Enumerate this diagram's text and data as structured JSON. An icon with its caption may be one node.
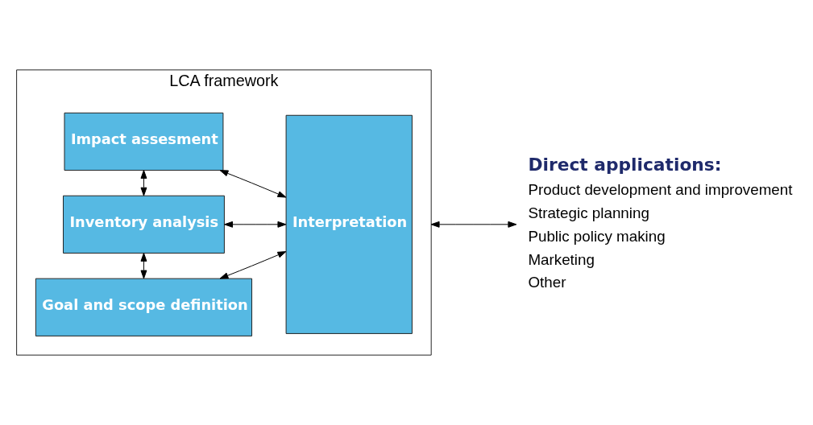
{
  "diagram": {
    "nodes": [
      {
        "text": [
          "LCA framework"
        ]
      },
      {
        "text": [
          "Goal and scope definition"
        ],
        "in": 0
      },
      {
        "text": [
          "Inventory analysis"
        ],
        "in": 0
      },
      {
        "text": [
          "Impact assesment"
        ],
        "in": 0
      },
      {
        "text": [
          "Interpretation"
        ],
        "in": 0
      },
      {
        "text": [
          "Direct applications:",
          "Product development and improvement",
          "Strategic planning",
          "Public policy making",
          "Marketing",
          "Other"
        ]
      }
    ],
    "edges": [
      {
        "from": 1,
        "to": 4,
        "arrow": "both"
      },
      {
        "from": 1,
        "to": 2,
        "arrow": "both"
      },
      {
        "from": 2,
        "to": 4,
        "arrow": "both"
      },
      {
        "from": 2,
        "to": 3,
        "arrow": "both"
      },
      {
        "from": 3,
        "to": 4,
        "arrow": "both"
      },
      {
        "from": 0,
        "to": 5,
        "arrow": "both"
      }
    ]
  }
}
